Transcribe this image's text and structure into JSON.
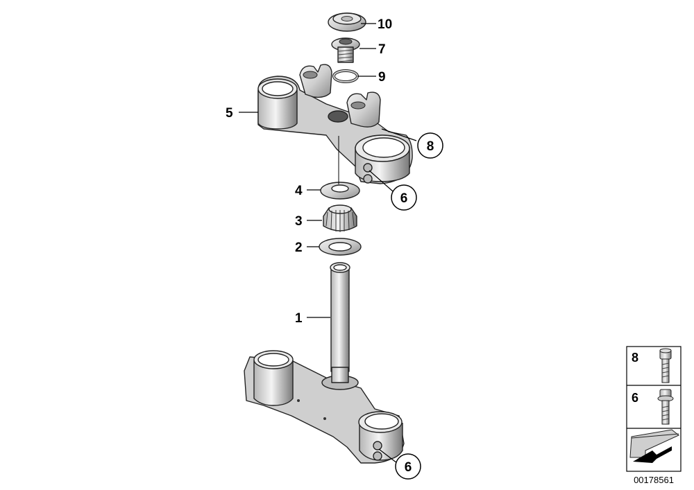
{
  "diagram": {
    "callouts": {
      "c10": "10",
      "c7": "7",
      "c9": "9",
      "c5": "5",
      "c8": "8",
      "c4": "4",
      "c6a": "6",
      "c3": "3",
      "c2": "2",
      "c1": "1",
      "c6b": "6"
    },
    "legend": {
      "item_8": "8",
      "item_6": "6"
    },
    "document_number": "00178561"
  },
  "colors": {
    "part_fill": "#d9d9d9",
    "part_dark": "#9a9a9a",
    "line": "#000000"
  }
}
